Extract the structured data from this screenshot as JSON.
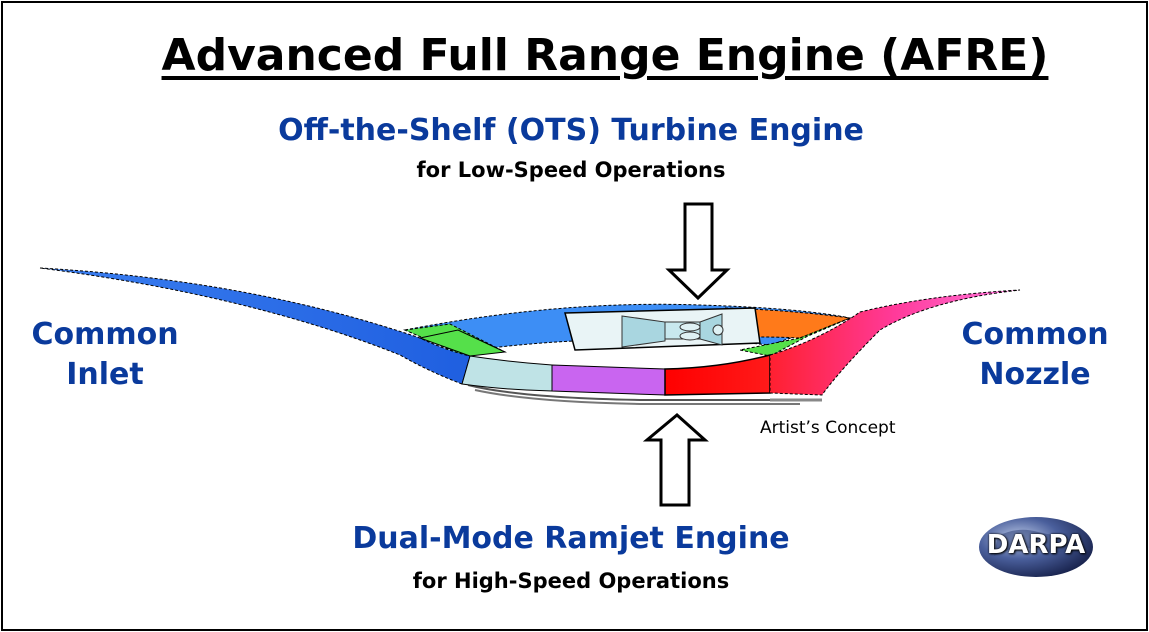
{
  "title": "Advanced Full Range Engine (AFRE)",
  "turbine": {
    "heading": "Off-the-Shelf (OTS) Turbine Engine",
    "subheading": "for Low-Speed Operations"
  },
  "ramjet": {
    "heading": "Dual-Mode Ramjet Engine",
    "subheading": "for High-Speed Operations"
  },
  "inlet": {
    "line1": "Common",
    "line2": "Inlet"
  },
  "nozzle": {
    "line1": "Common",
    "line2": "Nozzle"
  },
  "caption": "Artist’s Concept",
  "logo": {
    "text": "DARPA"
  },
  "colors": {
    "heading_blue": "#0a3a9c",
    "inlet_blue": "#2a6fe8",
    "upper_duct_blue": "#3d8ef5",
    "green": "#55e04a",
    "light_cyan": "#bfe3e6",
    "purple": "#c965f0",
    "red": "#ff1010",
    "orange": "#ff7a1a",
    "magenta": "#ff3fbf"
  }
}
